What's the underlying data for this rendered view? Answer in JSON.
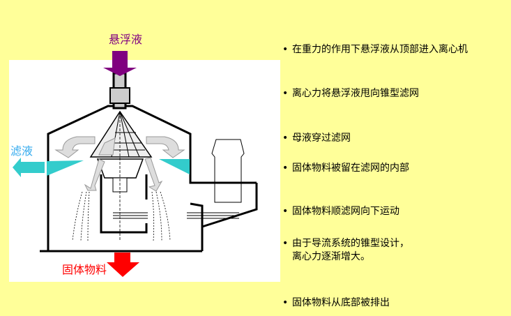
{
  "labels": {
    "feed": "悬浮液",
    "filtrate": "滤液",
    "solids": "固体物料"
  },
  "colors": {
    "background": "#FFFF99",
    "feed": "#800080",
    "filtrate": "#33CCCC",
    "solids": "#FF0000"
  },
  "bullets": [
    {
      "text": "在重力的作用下悬浮液从顶部进入离心机"
    },
    {
      "text": "离心力将悬浮液甩向锥型滤网"
    },
    {
      "text": "母液穿过滤网"
    },
    {
      "text": "固体物料被留在滤网的内部"
    },
    {
      "text": "固体物料顺滤网向下运动"
    },
    {
      "text": "由于导流系统的锥型设计，",
      "text2": "离心力逐渐增大。"
    },
    {
      "text": "固体物料从底部被排出"
    }
  ],
  "bullet_symbol": "•"
}
